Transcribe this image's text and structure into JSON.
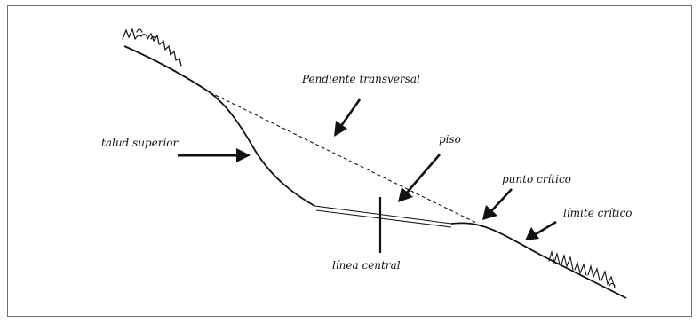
{
  "labels": {
    "pendiente_transversal": "Pendiente transversal",
    "talud_superior": "talud superior",
    "piso": "piso",
    "punto_critico": "punto crítico",
    "limite_critico": "límite crítico",
    "linea_central": "línea central"
  },
  "colors": {
    "ink": "#111111",
    "frame": "#6e6e6e"
  }
}
